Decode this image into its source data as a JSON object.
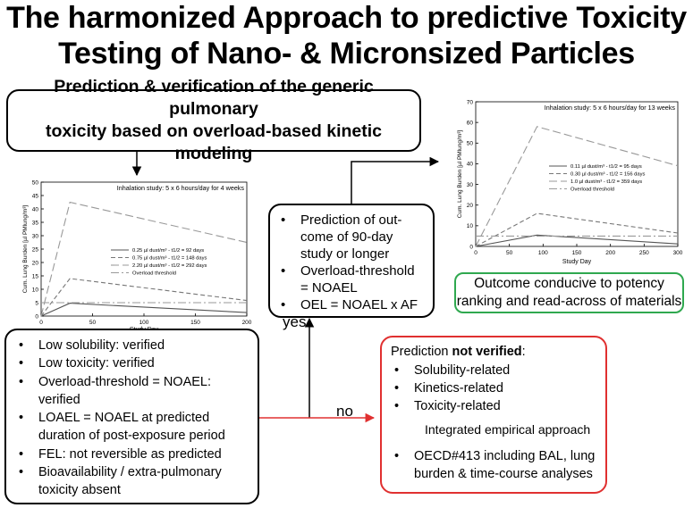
{
  "title": {
    "line1": "The harmonized Approach to predictive Toxicity",
    "line2": "Testing of Nano- & Micronsized Particles"
  },
  "top_box": {
    "line1": "Prediction & verification of the generic  pulmonary",
    "line2": "toxicity based on overload-based kinetic modeling"
  },
  "middle_box": {
    "items": [
      "Prediction of out-come of 90-day study or longer",
      "Overload-threshold = NOAEL",
      "OEL = NOAEL x AF"
    ]
  },
  "outcome_box": {
    "line1": "Outcome conducive to potency",
    "line2": "ranking and read-across of materials"
  },
  "verified_box": {
    "items": [
      "Low solubility: verified",
      "Low toxicity: verified",
      "Overload-threshold = NOAEL: verified",
      "LOAEL = NOAEL at predicted duration of post-exposure period",
      "FEL: not reversible as predicted",
      "Bioavailability / extra-pulmonary toxicity absent"
    ]
  },
  "not_verified_box": {
    "heading_prefix": "Prediction ",
    "heading_bold": "not verified",
    "heading_suffix": ":",
    "items": [
      "Solubility-related",
      "Kinetics-related",
      "Toxicity-related"
    ],
    "integrated": "Integrated empirical approach",
    "final_item": "OECD#413 including BAL, lung burden & time-course analyses"
  },
  "labels": {
    "yes": "yes",
    "no": "no"
  },
  "colors": {
    "red": "#e03030",
    "green": "#2fa84f",
    "black": "#000000"
  },
  "chart_data": [
    {
      "type": "line",
      "title": "Inhalation study: 5 x 6 hours/day for 4 weeks",
      "xlabel": "Study Day",
      "ylabel": "Cum. Lung Burden [µl PMlung/m³]",
      "xlim": [
        0,
        200
      ],
      "ylim": [
        0,
        50
      ],
      "xticks": [
        0,
        50,
        100,
        150,
        200
      ],
      "yticks": [
        0,
        5,
        10,
        15,
        20,
        25,
        30,
        35,
        40,
        45,
        50
      ],
      "legend_position": "center-right",
      "series": [
        {
          "name": "0.25 µl dust/m³ - t1/2 = 92 days",
          "style": "solid",
          "x": [
            0,
            28,
            200
          ],
          "y": [
            0,
            4.8,
            1.3
          ]
        },
        {
          "name": "0.75 µl dust/m³ - t1/2 = 148 days",
          "style": "dash",
          "x": [
            0,
            28,
            200
          ],
          "y": [
            0,
            14,
            5.8
          ]
        },
        {
          "name": "2.20 µl dust/m³ - t1/2 = 292 days",
          "style": "longdash",
          "x": [
            0,
            28,
            200
          ],
          "y": [
            0,
            42.5,
            27.5
          ]
        },
        {
          "name": "Overload threshold",
          "style": "dashdot",
          "x": [
            0,
            200
          ],
          "y": [
            5,
            5
          ]
        }
      ]
    },
    {
      "type": "line",
      "title": "Inhalation study: 5 x 6 hours/day for 13 weeks",
      "xlabel": "Study Day",
      "ylabel": "Cum. Lung Burden [µl PMlung/m³]",
      "xlim": [
        0,
        300
      ],
      "ylim": [
        0,
        70
      ],
      "xticks": [
        0,
        50,
        100,
        150,
        200,
        250,
        300
      ],
      "yticks": [
        0,
        10,
        20,
        30,
        40,
        50,
        60,
        70
      ],
      "legend_position": "center-right",
      "series": [
        {
          "name": "0.11 µl dust/m³ - t1/2 = 95 days",
          "style": "solid",
          "x": [
            0,
            91,
            300
          ],
          "y": [
            0,
            5.5,
            1.2
          ]
        },
        {
          "name": "0.30 µl dust/m³ - t1/2 = 156 days",
          "style": "dash",
          "x": [
            0,
            91,
            300
          ],
          "y": [
            0,
            16,
            6.5
          ]
        },
        {
          "name": "1.0 µl dust/m³ - t1/2 = 359 days",
          "style": "longdash",
          "x": [
            0,
            91,
            300
          ],
          "y": [
            0,
            58,
            39
          ]
        },
        {
          "name": "Overload threshold",
          "style": "dashdot",
          "x": [
            0,
            300
          ],
          "y": [
            5,
            5
          ]
        }
      ]
    }
  ]
}
